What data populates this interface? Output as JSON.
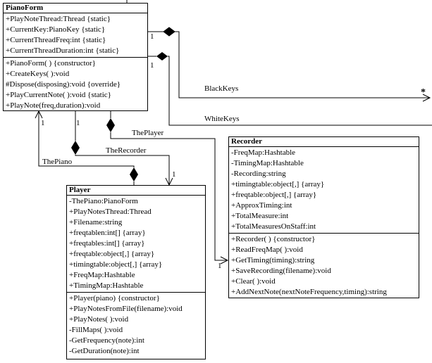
{
  "classes": {
    "pianoform": {
      "name": "PianoForm",
      "attributes": [
        "+PlayNoteThread:Thread {static}",
        "+CurrentKey:PianoKey {static}",
        "+CurrentThreadFreq:int {static}",
        "+CurrentThreadDuration:int {static}"
      ],
      "operations": [
        "+PianoForm( ) {constructor}",
        "+CreateKeys( ):void",
        "#Dispose(disposing):void {override}",
        "+PlayCurrentNote( ):void {static}",
        "+PlayNote(freq,duration):void"
      ]
    },
    "recorder": {
      "name": "Recorder",
      "attributes": [
        "-FreqMap:Hashtable",
        "-TimingMap:Hashtable",
        "-Recording:string",
        "+timingtable:object[,] {array}",
        "+freqtable:object[,] {array}",
        "+ApproxTiming:int",
        "+TotalMeasure:int",
        "+TotalMeasuresOnStaff:int"
      ],
      "operations": [
        "+Recorder( ) {constructor}",
        "+ReadFreqMap( ):void",
        "+GetTiming(timing):string",
        "+SaveRecording(filename):void",
        "+Clear( ):void",
        "+AddNextNote(nextNoteFrequency,timing):string"
      ]
    },
    "player": {
      "name": "Player",
      "attributes": [
        "-ThePiano:PianoForm",
        "+PlayNotesThread:Thread",
        "+Filename:string",
        "+freqtablen:int[] {array}",
        "+freqtables:int[] {array}",
        "+freqtable:object[,] {array}",
        "+timingtable:object[,] {array}",
        "+FreqMap:Hashtable",
        "+TimingMap:Hashtable"
      ],
      "operations": [
        "+Player(piano) {constructor}",
        "+PlayNotesFromFile(filename):void",
        "+PlayNotes( ):void",
        "-FillMaps( ):void",
        "-GetFrequency(note):int",
        "-GetDuration(note):int"
      ]
    }
  },
  "associations": {
    "blackkeys": {
      "label": "BlackKeys",
      "multiplicity_source": "1",
      "multiplicity_target": "*"
    },
    "whitekeys": {
      "label": "WhiteKeys",
      "multiplicity_source": "1"
    },
    "theplayer": {
      "label": "ThePlayer",
      "multiplicity_target": "1"
    },
    "therecorder": {
      "label": "TheRecorder",
      "multiplicity_source": "1",
      "multiplicity_target": "1"
    },
    "thepiano": {
      "label": "ThePiano",
      "multiplicity_target": "1"
    }
  }
}
